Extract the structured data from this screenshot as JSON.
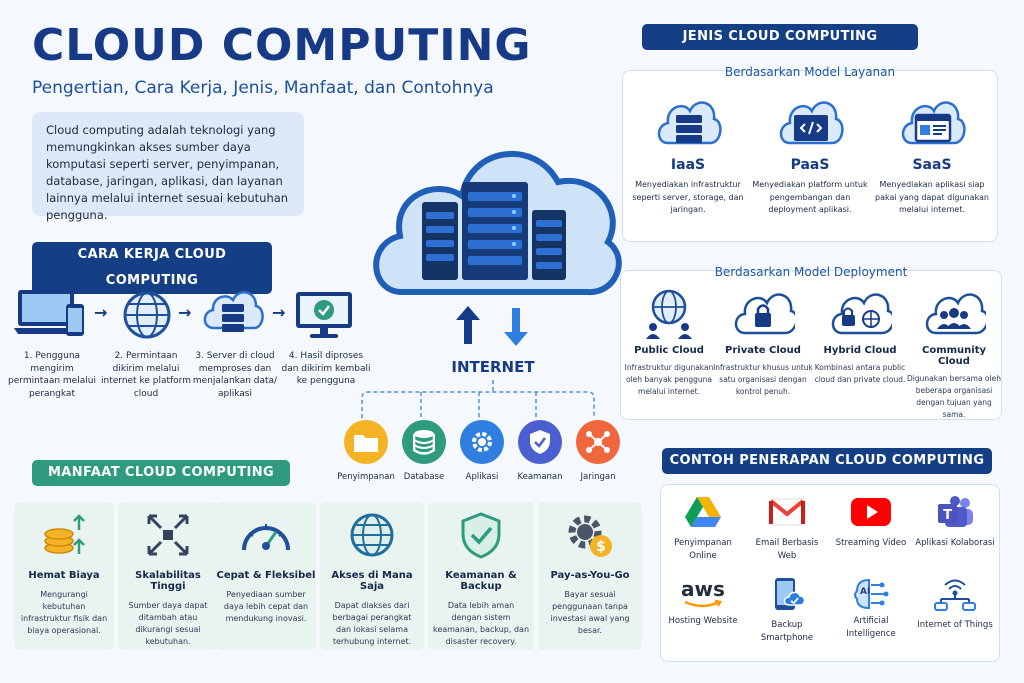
{
  "title": "CLOUD COMPUTING",
  "subtitle": "Pengertian, Cara Kerja, Jenis, Manfaat, dan Contohnya",
  "intro": "Cloud computing adalah teknologi yang memungkinkan akses sumber daya komputasi seperti server, penyimpanan, database, jaringan, aplikasi, dan layanan lainnya melalui internet sesuai kebutuhan pengguna.",
  "cara_kerja": {
    "heading": "CARA KERJA CLOUD COMPUTING",
    "steps": [
      {
        "text": "1. Pengguna mengirim permintaan melalui perangkat",
        "icon": "devices-icon"
      },
      {
        "text": "2. Permintaan dikirim melalui internet ke platform cloud",
        "icon": "globe-icon"
      },
      {
        "text": "3. Server di cloud memproses dan menjalankan data/ aplikasi",
        "icon": "cloud-server-icon"
      },
      {
        "text": "4. Hasil diproses dan dikirim kembali ke pengguna",
        "icon": "monitor-check-icon"
      }
    ]
  },
  "internet": {
    "label": "INTERNET",
    "items": [
      {
        "label": "Penyimpanan",
        "color": "#f4b324",
        "icon": "folder-icon"
      },
      {
        "label": "Database",
        "color": "#2e9b7e",
        "icon": "database-icon"
      },
      {
        "label": "Aplikasi",
        "color": "#2f7ee0",
        "icon": "gear-icon"
      },
      {
        "label": "Keamanan",
        "color": "#4b5fd1",
        "icon": "shield-icon"
      },
      {
        "label": "Jaringan",
        "color": "#f0673f",
        "icon": "network-icon"
      }
    ]
  },
  "manfaat": {
    "heading": "MANFAAT CLOUD COMPUTING",
    "items": [
      {
        "title": "Hemat Biaya",
        "desc": "Mengurangi kebutuhan infrastruktur fisik dan biaya operasional.",
        "icon": "coins-icon"
      },
      {
        "title": "Skalabilitas Tinggi",
        "desc": "Sumber daya dapat ditambah atau dikurangi sesuai kebutuhan.",
        "icon": "expand-icon"
      },
      {
        "title": "Cepat & Fleksibel",
        "desc": "Penyediaan sumber daya lebih cepat dan mendukung inovasi.",
        "icon": "speedometer-icon"
      },
      {
        "title": "Akses di Mana Saja",
        "desc": "Dapat diakses dari berbagai perangkat dan lokasi selama terhubung internet.",
        "icon": "globe-icon"
      },
      {
        "title": "Keamanan & Backup",
        "desc": "Data lebih aman dengan sistem keamanan, backup, dan disaster recovery.",
        "icon": "shield-check-icon"
      },
      {
        "title": "Pay-as-You-Go",
        "desc": "Bayar sesuai penggunaan tanpa investasi awal yang besar.",
        "icon": "gear-dollar-icon"
      }
    ]
  },
  "jenis": {
    "heading": "JENIS CLOUD COMPUTING",
    "layanan": {
      "heading": "Berdasarkan Model Layanan",
      "items": [
        {
          "title": "IaaS",
          "desc": "Menyediakan infrastruktur seperti server, storage, dan jaringan.",
          "icon": "cloud-server-icon"
        },
        {
          "title": "PaaS",
          "desc": "Menyediakan platform untuk pengembangan dan deployment aplikasi.",
          "icon": "cloud-code-icon"
        },
        {
          "title": "SaaS",
          "desc": "Menyediakan aplikasi siap pakai yang dapat digunakan melalui internet.",
          "icon": "cloud-app-icon"
        }
      ]
    },
    "deployment": {
      "heading": "Berdasarkan Model Deployment",
      "items": [
        {
          "title": "Public Cloud",
          "desc": "Infrastruktur digunakan oleh banyak pengguna melalui internet.",
          "icon": "public-cloud-icon"
        },
        {
          "title": "Private Cloud",
          "desc": "Infrastruktur khusus untuk satu organisasi dengan kontrol penuh.",
          "icon": "lock-cloud-icon"
        },
        {
          "title": "Hybrid Cloud",
          "desc": "Kombinasi antara public cloud dan private cloud.",
          "icon": "hybrid-cloud-icon"
        },
        {
          "title": "Community Cloud",
          "desc": "Digunakan bersama oleh beberapa organisasi dengan tujuan yang sama.",
          "icon": "community-cloud-icon"
        }
      ]
    }
  },
  "contoh": {
    "heading": "CONTOH PENERAPAN CLOUD COMPUTING",
    "items": [
      {
        "label": "Penyimpanan Online",
        "icon": "drive-icon"
      },
      {
        "label": "Email Berbasis Web",
        "icon": "mail-icon"
      },
      {
        "label": "Streaming Video",
        "icon": "play-icon"
      },
      {
        "label": "Aplikasi Kolaborasi",
        "icon": "teams-icon"
      },
      {
        "label": "Hosting Website",
        "icon": "aws-logo-icon",
        "logo_text": "aws"
      },
      {
        "label": "Backup Smartphone",
        "icon": "phone-cloud-icon"
      },
      {
        "label": "Artificial Intelligence",
        "icon": "ai-icon",
        "logo_text": "AI"
      },
      {
        "label": "Internet of Things",
        "icon": "iot-icon"
      }
    ]
  }
}
